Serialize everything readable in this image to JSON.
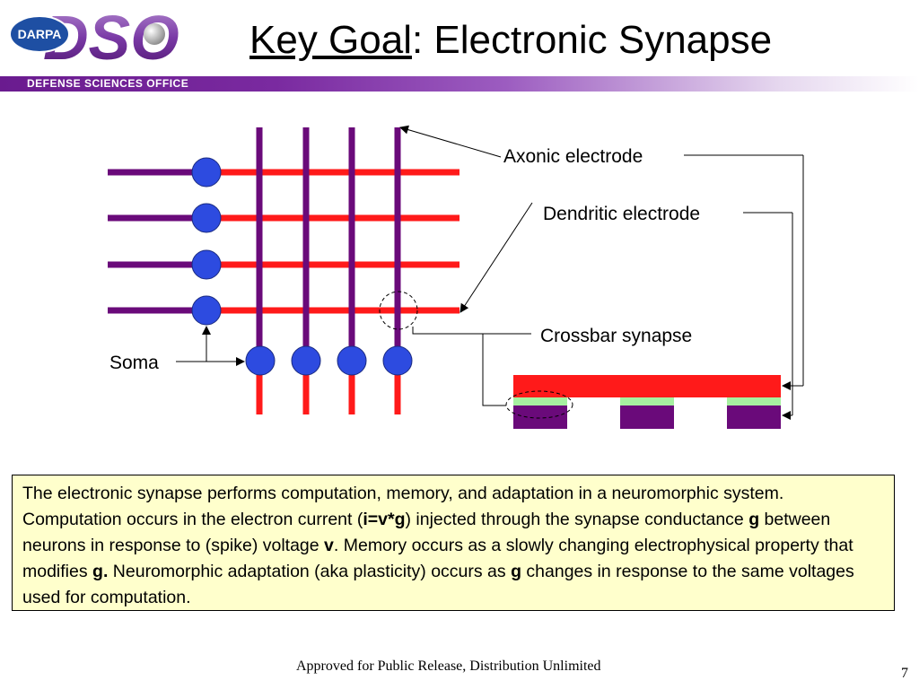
{
  "header": {
    "logo_text": "DSO",
    "logo_badge": "DARPA",
    "banner": "DEFENSE SCIENCES OFFICE",
    "title_underlined": "Key Goal",
    "title_rest": ": Electronic Synapse"
  },
  "diagram": {
    "labels": {
      "axonic": "Axonic electrode",
      "dendritic": "Dendritic electrode",
      "crossbar": "Crossbar synapse",
      "soma": "Soma"
    },
    "colors": {
      "axonic": "#6a0a7a",
      "dendritic": "#ff1a1a",
      "soma": "#2d4be0",
      "synapse_layer": "#a6f0a0"
    }
  },
  "description": {
    "p1": "The electronic synapse performs computation, memory, and adaptation in a neuromorphic system.  Computation occurs in the electron current (",
    "b1": "i=v*g",
    "p2": ") injected through the synapse conductance ",
    "b2": "g",
    "p3": " between neurons in response to (spike) voltage ",
    "b3": "v",
    "p4": ".  Memory occurs as a slowly changing electrophysical property that modifies ",
    "b4": "g.",
    "p5": "  Neuromorphic adaptation (aka plasticity) occurs as ",
    "b5": "g",
    "p6": " changes in response to the same voltages used for computation."
  },
  "footer": {
    "text": "Approved for Public Release, Distribution Unlimited",
    "page": "7"
  }
}
